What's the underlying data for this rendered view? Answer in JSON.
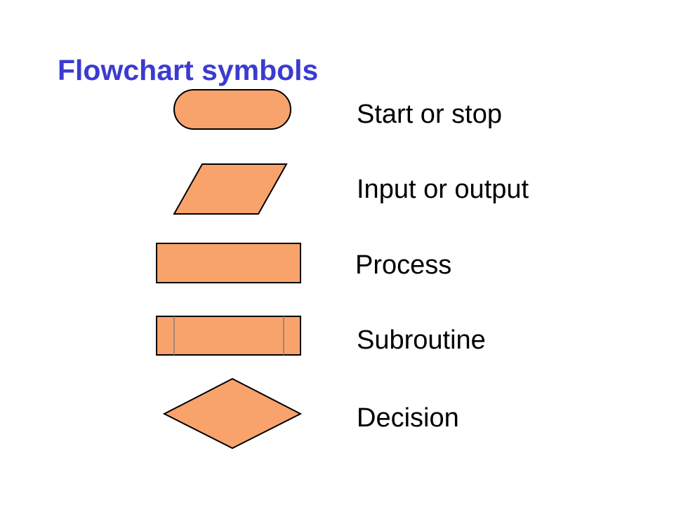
{
  "title": "Flowchart symbols",
  "colors": {
    "title": "#3b3bd1",
    "shape_fill": "#f9a36c",
    "shape_stroke": "#000000",
    "subroutine_inner_line": "#7f7f7f"
  },
  "symbols": [
    {
      "id": "start-stop",
      "shape": "terminator",
      "label": "Start or stop"
    },
    {
      "id": "input-output",
      "shape": "parallelogram",
      "label": "Input or output"
    },
    {
      "id": "process",
      "shape": "rectangle",
      "label": "Process"
    },
    {
      "id": "subroutine",
      "shape": "predefined-process",
      "label": "Subroutine"
    },
    {
      "id": "decision",
      "shape": "diamond",
      "label": "Decision"
    }
  ]
}
